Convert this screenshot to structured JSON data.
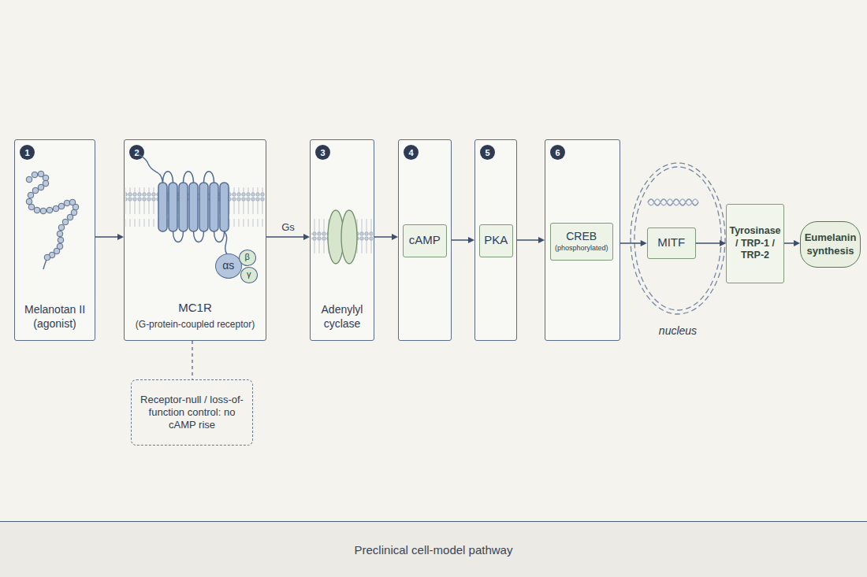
{
  "diagram": {
    "caption": "Preclinical cell-model pathway",
    "nodes": [
      {
        "text": [
          "1",
          "Melanotan II (agonist)"
        ]
      },
      {
        "text": [
          "2",
          "MC1R",
          "(G-protein-coupled receptor)"
        ]
      },
      {
        "text": [
          "αs"
        ],
        "in": 1
      },
      {
        "text": [
          "β"
        ],
        "in": 1
      },
      {
        "text": [
          "γ"
        ],
        "in": 1
      },
      {
        "text": [
          "Receptor-null / loss-of-function control: no cAMP rise"
        ]
      },
      {
        "text": [
          "3",
          "Adenylyl cyclase"
        ]
      },
      {
        "text": [
          "4"
        ]
      },
      {
        "text": [
          "cAMP"
        ],
        "in": 7
      },
      {
        "text": [
          "5"
        ]
      },
      {
        "text": [
          "PKA"
        ],
        "in": 9
      },
      {
        "text": [
          "6"
        ]
      },
      {
        "text": [
          "CREB",
          "(phosphorylated)"
        ],
        "in": 11
      },
      {
        "text": [
          "nucleus"
        ]
      },
      {
        "text": [
          "MITF"
        ],
        "in": 13
      },
      {
        "text": [
          "Tyrosinase / TRP-1 / TRP-2"
        ]
      },
      {
        "text": [
          "Eumelanin synthesis"
        ]
      }
    ],
    "edges": [
      {
        "from": 0,
        "to": 1,
        "arrow": "to"
      },
      {
        "from": 1,
        "to": 5,
        "arrow": "none"
      },
      {
        "from": 1,
        "to": 6,
        "label": "Gs",
        "arrow": "to"
      },
      {
        "from": 6,
        "to": 7,
        "arrow": "to"
      },
      {
        "from": 7,
        "to": 9,
        "arrow": "to"
      },
      {
        "from": 9,
        "to": 11,
        "arrow": "to"
      },
      {
        "from": 11,
        "to": 14,
        "arrow": "to"
      },
      {
        "from": 14,
        "to": 15,
        "arrow": "to"
      },
      {
        "from": 15,
        "to": 16,
        "arrow": "to"
      }
    ]
  }
}
